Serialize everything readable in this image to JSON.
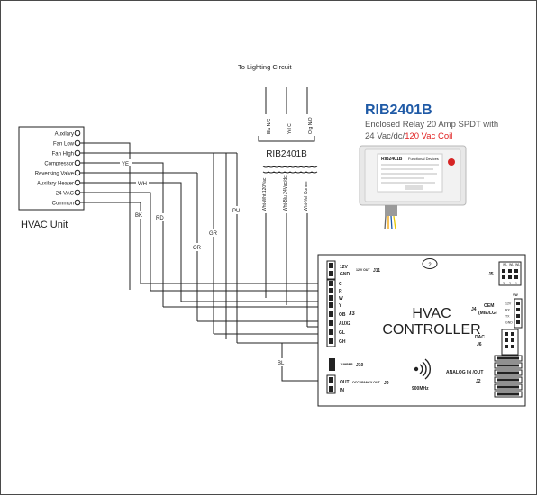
{
  "top_label": "To Lighting Circuit",
  "relay_label": "RIB2401B",
  "relay_terminals_top": [
    "Blu N/C",
    "Yel C",
    "Org N/O"
  ],
  "relay_terminals_bottom": [
    "Wht-Wht 120Vac",
    "Wht-Blu 24Vac/dc",
    "Wht-Yel Comm"
  ],
  "product": {
    "title": "RIB2401B",
    "line1": "Enclosed Relay 20 Amp SPDT with",
    "line2_prefix": "24 Vac/dc/",
    "line2_red": "120 Vac Coil",
    "accent_color": "#1f5aa6",
    "red_color": "#e02020",
    "photo_label": "RIB2401B",
    "photo_brand": "Functional Devices"
  },
  "hvac_unit": {
    "label": "HVAC Unit",
    "terminals": [
      "Auxilary",
      "Fan Low",
      "Fan High",
      "Compressor",
      "Reversing Valve",
      "Auxilary Heater",
      "24 VAC",
      "Common"
    ]
  },
  "wire_labels": {
    "ye": "YE",
    "wh": "WH",
    "bk": "BK",
    "rd": "RD",
    "or": "OR",
    "gr": "GR",
    "pu": "PU",
    "bl": "BL"
  },
  "controller": {
    "title_line1": "HVAC",
    "title_line2": "CONTROLLER",
    "badge": "2",
    "j11": {
      "pins": [
        "12V",
        "GND"
      ],
      "small": "12 V OUT",
      "name": "J11"
    },
    "j3": {
      "pins": [
        "C",
        "R",
        "W",
        "Y",
        "OB",
        "AUX2",
        "GL",
        "GH"
      ],
      "name": "J3"
    },
    "j10": {
      "small": "JUMPER",
      "name": "J10"
    },
    "j9": {
      "pins": [
        "OUT",
        "IN"
      ],
      "small": "OCCUPANCY OUT",
      "name": "J9"
    },
    "wireless": "900MHz",
    "j5": {
      "name": "J5",
      "pins": [
        "WL",
        "WL",
        "WL"
      ],
      "nums": [
        "3",
        "2",
        "1"
      ]
    },
    "j4": {
      "name": "J4",
      "label1": "OEM",
      "label2": "(MIE/LG)",
      "pins": [
        "12V",
        "RX",
        "TX",
        "GND"
      ],
      "top": "VW"
    },
    "j6": {
      "name": "J6",
      "label": "DAC"
    },
    "j2": {
      "name": "J2",
      "label": "ANALOG IN /OUT"
    }
  }
}
